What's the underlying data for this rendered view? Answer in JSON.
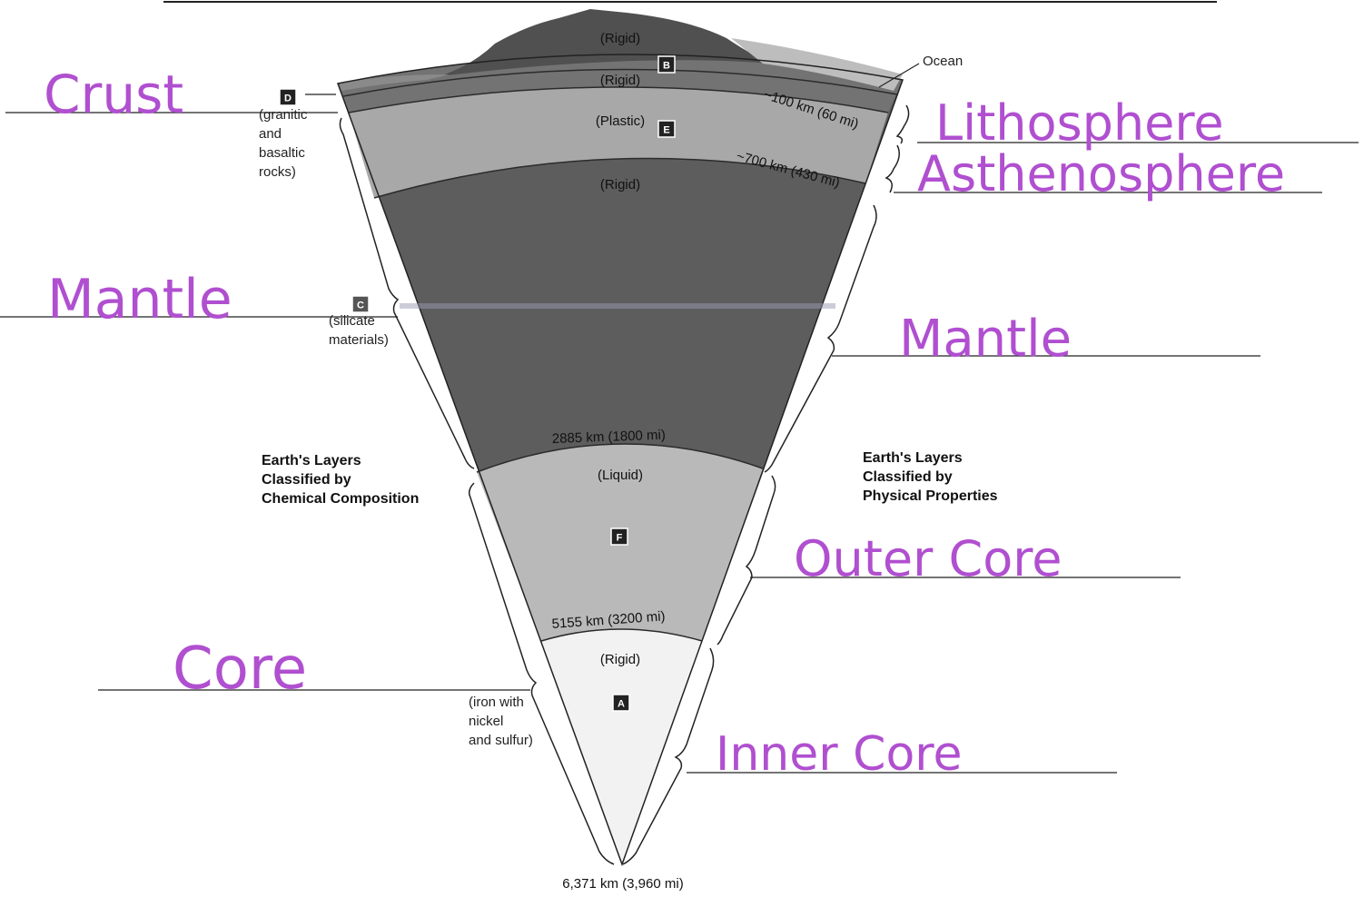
{
  "diagram": {
    "layer_words": {
      "rigid_top": "(Rigid)",
      "rigid_lower": "(Rigid)",
      "plastic": "(Plastic)",
      "rigid_mantle": "(Rigid)",
      "liquid": "(Liquid)",
      "rigid_inner": "(Rigid)"
    },
    "depths": {
      "d100": "~100 km (60 mi)",
      "d700": "~700 km (430 mi)",
      "d2885": "2885 km (1800 mi)",
      "d5155": "5155 km (3200 mi)",
      "center": "6,371 km (3,960 mi)"
    },
    "ocean": "Ocean",
    "boxes": {
      "A": "A",
      "B": "B",
      "C": "C",
      "D": "D",
      "E": "E",
      "F": "F"
    },
    "crust_note": [
      "(granitic",
      "and",
      "basaltic",
      "rocks)"
    ],
    "mantle_note": [
      "(silicate",
      "materials)"
    ],
    "core_note": [
      "(iron with",
      "nickel",
      "and sulfur)"
    ],
    "left_heading": [
      "Earth's Layers",
      "Classified by",
      "Chemical Composition"
    ],
    "right_heading": [
      "Earth's Layers",
      "Classified by",
      "Physical Properties"
    ]
  },
  "answers": {
    "crust": "Crust",
    "mantle_left": "Mantle",
    "core": "Core",
    "lithosphere": "Lithosphere",
    "asthenosphere": "Asthenosphere",
    "mantle_right": "Mantle",
    "outer_core": "Outer Core",
    "inner_core": "Inner Core"
  },
  "colors": {
    "ink": "#b04fd0",
    "lithosphere": "#6e6e6e",
    "asthenosphere": "#a4a4a4",
    "mantle": "#5d5d5d",
    "outer_core": "#b7b7b7",
    "inner_core": "#f3f3f3"
  }
}
